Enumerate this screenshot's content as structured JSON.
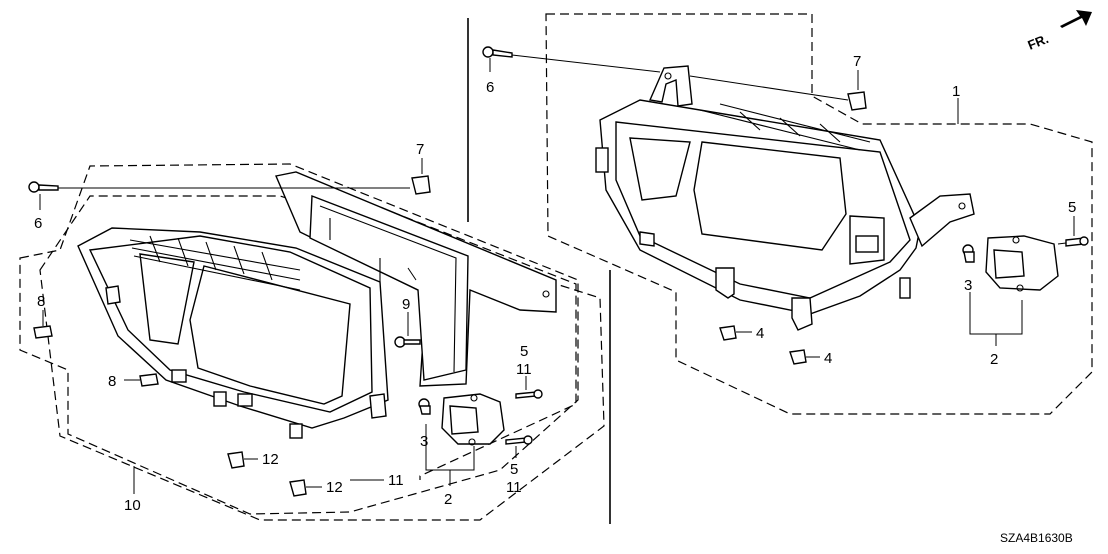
{
  "diagram": {
    "drawing_code": "SZA4B1630B",
    "direction_label": "FR.",
    "callouts": {
      "part_1": "1",
      "part_2_left": "2",
      "part_2_right": "2",
      "part_3_left": "3",
      "part_3_right": "3",
      "part_4_top": "4",
      "part_4_bottom": "4",
      "part_5_upper": "5",
      "part_5_lower": "5",
      "part_5_right": "5",
      "part_6_left": "6",
      "part_6_right": "6",
      "part_7_left": "7",
      "part_7_right": "7",
      "part_8_upper": "8",
      "part_8_lower": "8",
      "part_9": "9",
      "part_10": "10",
      "part_11_upper": "11",
      "part_11_lower": "11",
      "part_11_bracket": "11",
      "part_12_upper": "12",
      "part_12_lower": "12"
    }
  }
}
